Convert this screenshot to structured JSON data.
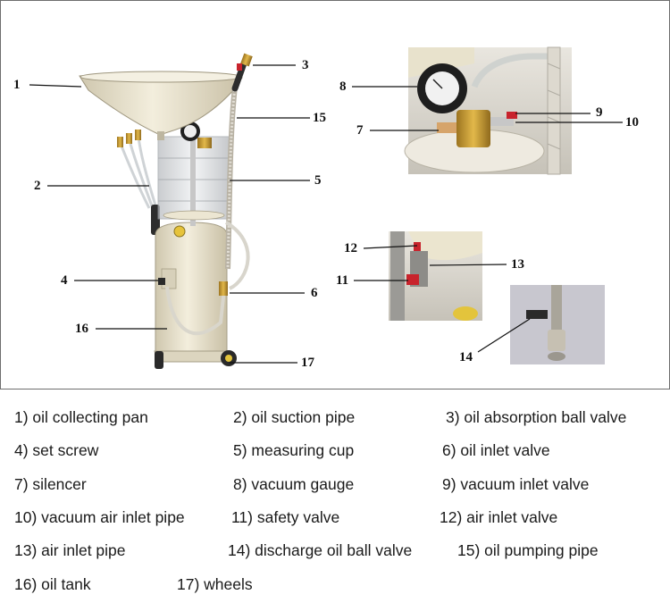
{
  "callouts": [
    "1",
    "2",
    "3",
    "4",
    "5",
    "6",
    "7",
    "8",
    "9",
    "10",
    "11",
    "12",
    "13",
    "14",
    "15",
    "16",
    "17"
  ],
  "legend": [
    "1) oil collecting pan",
    "2) oil suction pipe",
    "3) oil absorption ball valve",
    "4) set screw",
    "5) measuring cup",
    "6) oil inlet valve",
    "7) silencer",
    "8) vacuum gauge",
    "9) vacuum inlet valve",
    "10) vacuum air inlet pipe",
    "11) safety valve",
    "12) air inlet valve",
    "13) air inlet pipe",
    "14) discharge oil ball valve",
    "15) oil pumping pipe",
    "16) oil tank",
    "17) wheels"
  ],
  "colors": {
    "machine_body": "#ece6d2",
    "brass": "#c99a2e",
    "tube": "#d9d6cc",
    "wheel": "#2a2a2a",
    "valve_red": "#c8232c",
    "text": "#1a1a1a"
  }
}
